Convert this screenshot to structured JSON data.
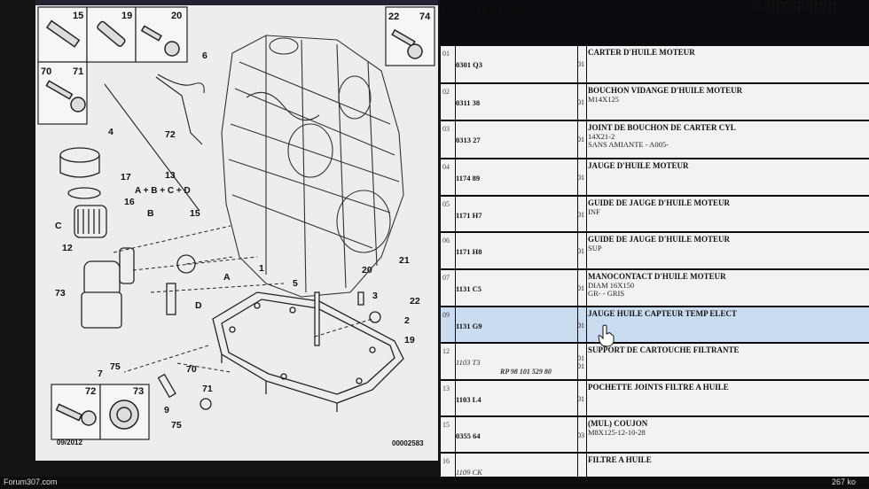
{
  "header": {
    "title": "T5F 1 11A 37A",
    "right_text": "CARTER HUIL"
  },
  "diagram": {
    "date": "09/2012",
    "code": "00002583",
    "inset_labels": [
      "15",
      "19",
      "20",
      "22",
      "74",
      "70",
      "71",
      "72",
      "73"
    ],
    "callouts": [
      "6",
      "4",
      "72",
      "17",
      "13",
      "16",
      "C",
      "B",
      "15",
      "12",
      "A",
      "D",
      "73",
      "7",
      "75",
      "1",
      "5",
      "20",
      "21",
      "3",
      "22",
      "2",
      "19",
      "70",
      "71",
      "9",
      "75"
    ],
    "formula": "A + B + C + D"
  },
  "parts": [
    {
      "idx": "01",
      "ref": "0301 Q3",
      "qty": "01",
      "title": "CARTER D'HUILE MOTEUR",
      "lines": []
    },
    {
      "idx": "02",
      "ref": "0311 38",
      "qty": "01",
      "title": "BOUCHON VIDANGE D'HUILE MOTEUR",
      "lines": [
        "M14X125"
      ]
    },
    {
      "idx": "03",
      "ref": "0313 27",
      "qty": "01",
      "title": "JOINT DE BOUCHON DE CARTER CYL",
      "lines": [
        "14X21-2",
        "SANS AMIANTE - A005-"
      ]
    },
    {
      "idx": "04",
      "ref": "1174 89",
      "qty": "01",
      "title": "JAUGE D'HUILE MOTEUR",
      "lines": []
    },
    {
      "idx": "05",
      "ref": "1171 H7",
      "qty": "01",
      "title": "GUIDE DE JAUGE D'HUILE MOTEUR",
      "lines": [
        "INF"
      ]
    },
    {
      "idx": "06",
      "ref": "1171 H8",
      "qty": "01",
      "title": "GUIDE DE JAUGE D'HUILE MOTEUR",
      "lines": [
        "SUP"
      ]
    },
    {
      "idx": "07",
      "ref": "1131 C5",
      "qty": "01",
      "title": "MANOCONTACT D'HUILE MOTEUR",
      "lines": [
        "DIAM 16X150",
        "GR- - GRIS"
      ]
    },
    {
      "idx": "09",
      "ref": "1131 G9",
      "qty": "01",
      "title": "JAUGE HUILE CAPTEUR TEMP ELECT",
      "lines": []
    },
    {
      "idx": "12",
      "ref": "1103 T3",
      "extra": "RP 98 101 529 80",
      "qty": "01",
      "qty2": "01",
      "title": "SUPPORT DE CARTOUCHE FILTRANTE",
      "lines": []
    },
    {
      "idx": "13",
      "ref": "1103 L4",
      "qty": "01",
      "title": "POCHETTE JOINTS FILTRE A HUILE",
      "lines": []
    },
    {
      "idx": "15",
      "ref": "0355 64",
      "qty": "03",
      "title": "(MUL) COUJON",
      "lines": [
        "M8X125-12-10-28"
      ]
    },
    {
      "idx": "16",
      "ref": "1109 CK",
      "qty": "",
      "title": "FILTRE A HUILE",
      "lines": []
    }
  ],
  "footer": {
    "left": "Forum307.com",
    "right": "267 ko"
  }
}
